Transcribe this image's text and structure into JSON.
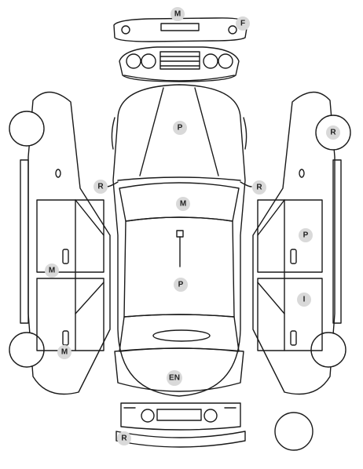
{
  "diagram": {
    "panels": [
      {
        "id": "front-bumper",
        "code": "M"
      },
      {
        "id": "front-bumper-corner",
        "code": "F"
      },
      {
        "id": "hood",
        "code": "P"
      },
      {
        "id": "left-mirror",
        "code": "R"
      },
      {
        "id": "right-mirror",
        "code": "R"
      },
      {
        "id": "windshield",
        "code": "M"
      },
      {
        "id": "roof",
        "code": "P"
      },
      {
        "id": "trunk",
        "code": "EN"
      },
      {
        "id": "rear-bumper",
        "code": "R"
      },
      {
        "id": "left-front-door",
        "code": "M"
      },
      {
        "id": "left-rear-door",
        "code": "M"
      },
      {
        "id": "right-front-wheel",
        "code": "R"
      },
      {
        "id": "right-front-door",
        "code": "P"
      },
      {
        "id": "right-rear-door",
        "code": "I"
      }
    ],
    "colors": {
      "outline": "#1a1a1a",
      "badge_fill": "#d9d9d9",
      "badge_text": "#222222"
    }
  }
}
